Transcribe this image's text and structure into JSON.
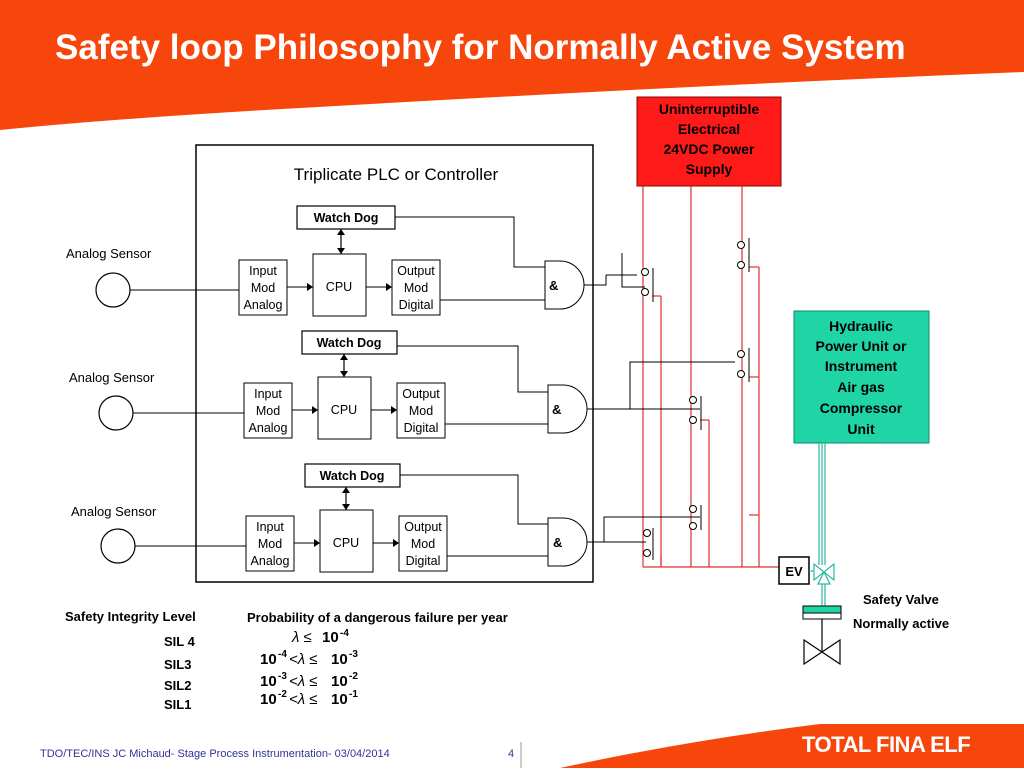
{
  "title": "Safety loop Philosophy for Normally Active System",
  "colors": {
    "brand_orange": "#f7460c",
    "power_red": "#ff1a1a",
    "hydraulic_green": "#1fd4a5",
    "wire_red": "#e03030",
    "pipe_teal": "#2ab8a0"
  },
  "plc": {
    "title": "Triplicate PLC or Controller",
    "channels": [
      {
        "watchdog": "Watch Dog",
        "input": [
          "Input",
          "Mod",
          "Analog"
        ],
        "cpu": "CPU",
        "output": [
          "Output",
          "Mod",
          "Digital"
        ],
        "and_gate": "&",
        "sensor": "Analog Sensor"
      },
      {
        "watchdog": "Watch Dog",
        "input": [
          "Input",
          "Mod",
          "Analog"
        ],
        "cpu": "CPU",
        "output": [
          "Output",
          "Mod",
          "Digital"
        ],
        "and_gate": "&",
        "sensor": "Analog Sensor"
      },
      {
        "watchdog": "Watch Dog",
        "input": [
          "Input",
          "Mod",
          "Analog"
        ],
        "cpu": "CPU",
        "output": [
          "Output",
          "Mod",
          "Digital"
        ],
        "and_gate": "&",
        "sensor": "Analog Sensor"
      }
    ]
  },
  "power_supply": [
    "Uninterruptible",
    "Electrical",
    "24VDC Power",
    "Supply"
  ],
  "hydraulic_unit": [
    "Hydraulic",
    "Power Unit or",
    "Instrument",
    "Air gas",
    "Compressor",
    "Unit"
  ],
  "ev_label": "EV",
  "safety_valve": {
    "label": "Safety Valve",
    "state": "Normally active"
  },
  "sil_table": {
    "header_left": "Safety Integrity Level",
    "header_right": "Probability of a dangerous failure per year",
    "rows": [
      {
        "level": "SIL 4",
        "left": "",
        "lambda": "λ ≤",
        "right": "10",
        "right_exp": "-4"
      },
      {
        "level": "SIL3",
        "left": "10",
        "left_exp": "-4",
        "lambda": "<λ ≤",
        "right": "10",
        "right_exp": "-3"
      },
      {
        "level": "SIL2",
        "left": "10",
        "left_exp": "-3",
        "lambda": "<λ ≤",
        "right": "10",
        "right_exp": "-2"
      },
      {
        "level": "SIL1",
        "left": "10",
        "left_exp": "-2",
        "lambda": "<λ ≤",
        "right": "10",
        "right_exp": "-1"
      }
    ]
  },
  "footer": {
    "text": "TDO/TEC/INS JC Michaud- Stage Process Instrumentation- 03/04/2014",
    "page": "4",
    "logo": "TOTAL FINA ELF"
  }
}
